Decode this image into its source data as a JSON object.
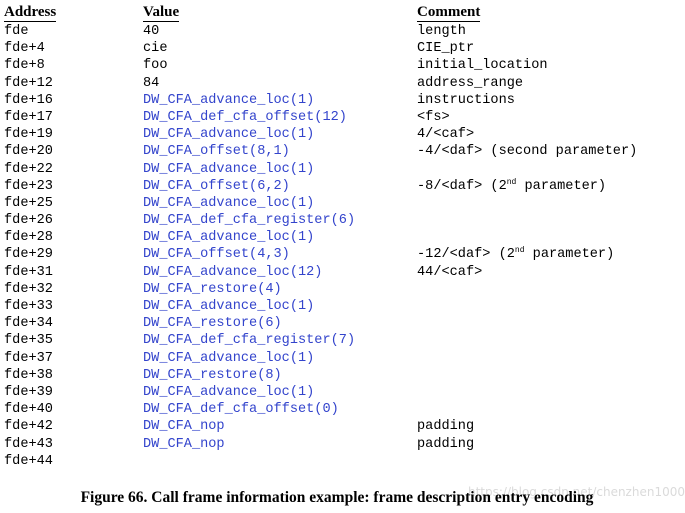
{
  "headers": {
    "address": "Address",
    "value": "Value",
    "comment": "Comment"
  },
  "rows": [
    {
      "address": "fde",
      "value": "40",
      "comment": "length",
      "cfa": false
    },
    {
      "address": "fde+4",
      "value": "cie",
      "comment": "CIE_ptr",
      "cfa": false
    },
    {
      "address": "fde+8",
      "value": "foo",
      "comment": "initial_location",
      "cfa": false
    },
    {
      "address": "fde+12",
      "value": "84",
      "comment": "address_range",
      "cfa": false
    },
    {
      "address": "fde+16",
      "value": "DW_CFA_advance_loc(1)",
      "comment": "instructions",
      "cfa": true
    },
    {
      "address": "fde+17",
      "value": "DW_CFA_def_cfa_offset(12)",
      "comment": "<fs>",
      "cfa": true
    },
    {
      "address": "fde+19",
      "value": "DW_CFA_advance_loc(1)",
      "comment": "4/<caf>",
      "cfa": true
    },
    {
      "address": "fde+20",
      "value": "DW_CFA_offset(8,1)",
      "comment": "-4/<daf> (second parameter)",
      "cfa": true
    },
    {
      "address": "fde+22",
      "value": "DW_CFA_advance_loc(1)",
      "comment": "",
      "cfa": true
    },
    {
      "address": "fde+23",
      "value": "DW_CFA_offset(6,2)",
      "comment": "-8/<daf> (2",
      "comment_sup": "nd",
      "comment_tail": " parameter)",
      "cfa": true
    },
    {
      "address": "fde+25",
      "value": "DW_CFA_advance_loc(1)",
      "comment": "",
      "cfa": true
    },
    {
      "address": "fde+26",
      "value": "DW_CFA_def_cfa_register(6)",
      "comment": "",
      "cfa": true
    },
    {
      "address": "fde+28",
      "value": "DW_CFA_advance_loc(1)",
      "comment": "",
      "cfa": true
    },
    {
      "address": "fde+29",
      "value": "DW_CFA_offset(4,3)",
      "comment": "-12/<daf> (2",
      "comment_sup": "nd",
      "comment_tail": " parameter)",
      "cfa": true
    },
    {
      "address": "fde+31",
      "value": "DW_CFA_advance_loc(12)",
      "comment": "44/<caf>",
      "cfa": true
    },
    {
      "address": "fde+32",
      "value": "DW_CFA_restore(4)",
      "comment": "",
      "cfa": true
    },
    {
      "address": "fde+33",
      "value": "DW_CFA_advance_loc(1)",
      "comment": "",
      "cfa": true
    },
    {
      "address": "fde+34",
      "value": "DW_CFA_restore(6)",
      "comment": "",
      "cfa": true
    },
    {
      "address": "fde+35",
      "value": "DW_CFA_def_cfa_register(7)",
      "comment": "",
      "cfa": true
    },
    {
      "address": "fde+37",
      "value": "DW_CFA_advance_loc(1)",
      "comment": "",
      "cfa": true
    },
    {
      "address": "fde+38",
      "value": "DW_CFA_restore(8)",
      "comment": "",
      "cfa": true
    },
    {
      "address": "fde+39",
      "value": "DW_CFA_advance_loc(1)",
      "comment": "",
      "cfa": true
    },
    {
      "address": "fde+40",
      "value": "DW_CFA_def_cfa_offset(0)",
      "comment": "",
      "cfa": true
    },
    {
      "address": "fde+42",
      "value": "DW_CFA_nop",
      "comment": "padding",
      "cfa": true
    },
    {
      "address": "fde+43",
      "value": "DW_CFA_nop",
      "comment": "padding",
      "cfa": true
    },
    {
      "address": "fde+44",
      "value": "",
      "comment": "",
      "cfa": false
    }
  ],
  "caption": "Figure 66. Call frame information example: frame description entry encoding",
  "watermark": "https://blog.csdn.net/chenzhen1000",
  "colors": {
    "cfa_value": "#3344cc",
    "text": "#000000"
  }
}
